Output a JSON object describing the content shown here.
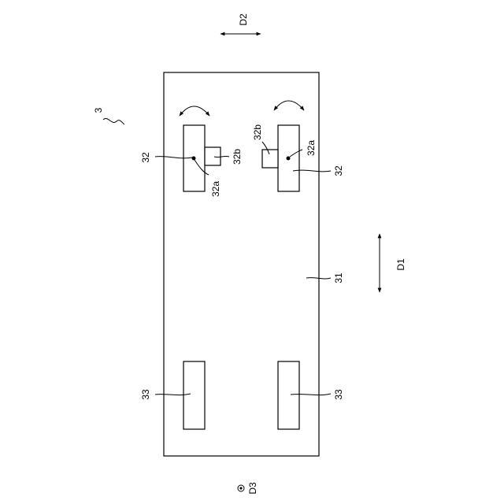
{
  "labels": {
    "device": "3",
    "body": "31",
    "front_wheel": "32",
    "pivot": "32a",
    "motor": "32b",
    "rear_wheel": "33",
    "dir1": "D1",
    "dir2": "D2",
    "dir3": "D3"
  }
}
